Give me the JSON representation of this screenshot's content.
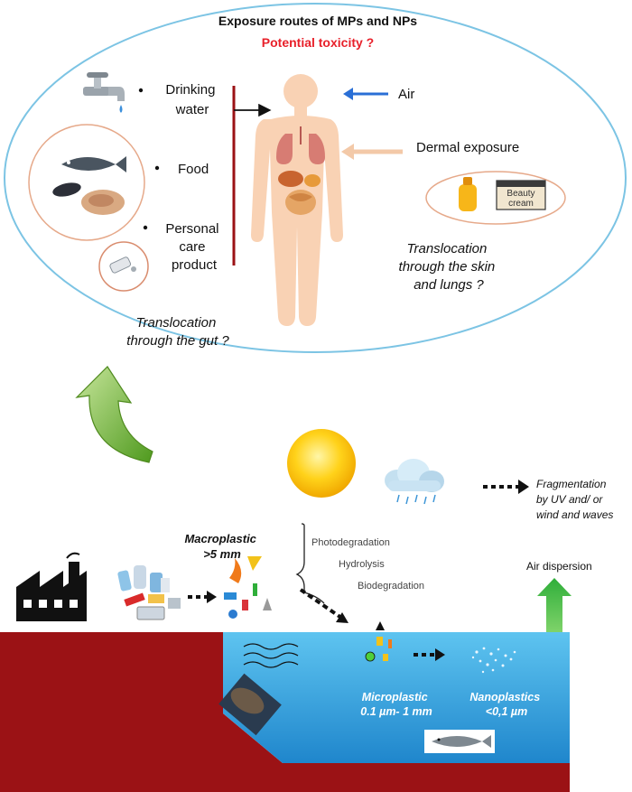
{
  "header": {
    "title": "Exposure routes of MPs and NPs",
    "subtitle": "Potential toxicity ?"
  },
  "routes": {
    "drinking_water": [
      "Drinking",
      "water"
    ],
    "food": "Food",
    "personal_care": [
      "Personal",
      "care",
      "product"
    ],
    "air": "Air",
    "dermal": "Dermal exposure",
    "beauty_cream": [
      "Beauty",
      "cream"
    ]
  },
  "translocation": {
    "skin_lungs": [
      "Translocation",
      "through the skin",
      "and lungs ?"
    ],
    "gut": [
      "Translocation",
      "through the gut ?"
    ]
  },
  "environment": {
    "fragmentation": [
      "Fragmentation",
      "by UV and/ or",
      "wind and waves"
    ],
    "macroplastic": [
      "Macroplastic",
      ">5 mm"
    ],
    "processes": [
      "Photodegradation",
      "Hydrolysis",
      "Biodegradation"
    ],
    "air_dispersion": "Air dispersion",
    "microplastic": [
      "Microplastic",
      "0.1 µm- 1 mm"
    ],
    "nanoplastics": [
      "Nanoplastics",
      "<0,1 µm"
    ]
  },
  "colors": {
    "ellipse_stroke": "#7cc4e4",
    "title_red": "#e8202a",
    "air_arrow": "#2a6fd6",
    "dermal_arrow": "#f3c9a8",
    "body": "#f9d2b4",
    "land": "#9b1215",
    "water": "#3aa8e0",
    "green_arrow": "#74b73a",
    "sun": "#ffd21a"
  }
}
